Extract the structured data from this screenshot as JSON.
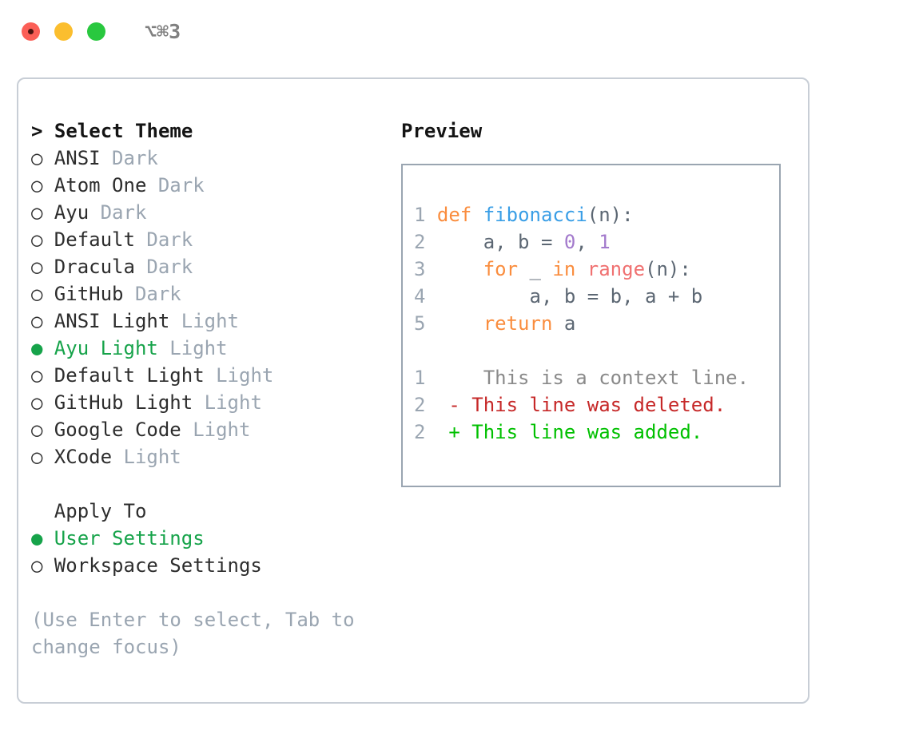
{
  "window": {
    "title": "⌥⌘3",
    "controls": [
      "close",
      "minimize",
      "maximize"
    ]
  },
  "colors": {
    "accent_green": "#16a34a",
    "muted": "#9aa5b1",
    "text": "#2d2d2d",
    "border": "#c8ced6",
    "preview_border": "#9aa5b1",
    "kw_orange": "#fa8d3e",
    "fn_blue": "#399ee6",
    "num_purple": "#a37acc",
    "call_red": "#f07171",
    "diff_del": "#c62828",
    "diff_add": "#00c000"
  },
  "theme_list": {
    "header": "> Select Theme",
    "items": [
      {
        "marker": "○",
        "label": "ANSI",
        "tag": "Dark",
        "selected": false
      },
      {
        "marker": "○",
        "label": "Atom One",
        "tag": "Dark",
        "selected": false
      },
      {
        "marker": "○",
        "label": "Ayu",
        "tag": "Dark",
        "selected": false
      },
      {
        "marker": "○",
        "label": "Default",
        "tag": "Dark",
        "selected": false
      },
      {
        "marker": "○",
        "label": "Dracula",
        "tag": "Dark",
        "selected": false
      },
      {
        "marker": "○",
        "label": "GitHub",
        "tag": "Dark",
        "selected": false
      },
      {
        "marker": "○",
        "label": "ANSI Light",
        "tag": "Light",
        "selected": false
      },
      {
        "marker": "●",
        "label": "Ayu Light",
        "tag": "Light",
        "selected": true
      },
      {
        "marker": "○",
        "label": "Default Light",
        "tag": "Light",
        "selected": false
      },
      {
        "marker": "○",
        "label": "GitHub Light",
        "tag": "Light",
        "selected": false
      },
      {
        "marker": "○",
        "label": "Google Code",
        "tag": "Light",
        "selected": false
      },
      {
        "marker": "○",
        "label": "XCode",
        "tag": "Light",
        "selected": false
      }
    ]
  },
  "apply_to": {
    "title": "Apply To",
    "items": [
      {
        "marker": "●",
        "label": "User Settings",
        "selected": true
      },
      {
        "marker": "○",
        "label": "Workspace Settings",
        "selected": false
      }
    ]
  },
  "hint": "(Use Enter to select, Tab to change focus)",
  "preview": {
    "header": "Preview",
    "code_lines": [
      {
        "num": "1",
        "tokens": [
          {
            "t": "def",
            "c": "kw"
          },
          {
            "t": " ",
            "c": "punc"
          },
          {
            "t": "fibonacci",
            "c": "fn"
          },
          {
            "t": "(n):",
            "c": "punc"
          }
        ]
      },
      {
        "num": "2",
        "tokens": [
          {
            "t": "    a, b = ",
            "c": "ident"
          },
          {
            "t": "0",
            "c": "num"
          },
          {
            "t": ", ",
            "c": "ident"
          },
          {
            "t": "1",
            "c": "num"
          }
        ]
      },
      {
        "num": "3",
        "tokens": [
          {
            "t": "    ",
            "c": "ident"
          },
          {
            "t": "for",
            "c": "kw"
          },
          {
            "t": " _ ",
            "c": "ident"
          },
          {
            "t": "in",
            "c": "kw"
          },
          {
            "t": " ",
            "c": "ident"
          },
          {
            "t": "range",
            "c": "call"
          },
          {
            "t": "(n):",
            "c": "punc"
          }
        ]
      },
      {
        "num": "4",
        "tokens": [
          {
            "t": "        a, b = b, a + b",
            "c": "ident"
          }
        ]
      },
      {
        "num": "5",
        "tokens": [
          {
            "t": "    ",
            "c": "ident"
          },
          {
            "t": "return",
            "c": "kw"
          },
          {
            "t": " a",
            "c": "ident"
          }
        ]
      }
    ],
    "diff_lines": [
      {
        "num": "1",
        "sign": " ",
        "text": "  This is a context line.",
        "kind": "ctx"
      },
      {
        "num": "2",
        "sign": "-",
        "text": " This line was deleted.",
        "kind": "del"
      },
      {
        "num": "2",
        "sign": "+",
        "text": " This line was added.",
        "kind": "add"
      }
    ]
  }
}
